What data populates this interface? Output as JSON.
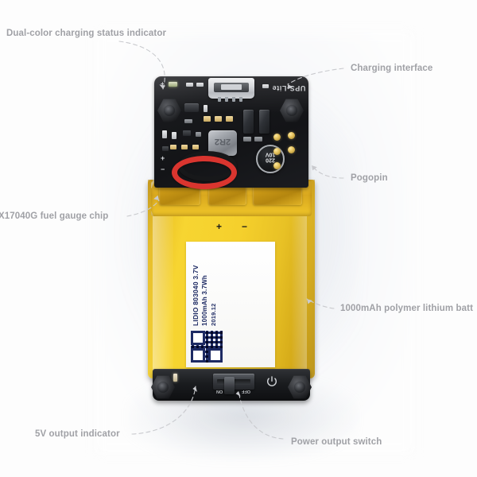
{
  "image": {
    "subject": "UPS-Lite battery module product photo with annotation callouts",
    "background_color": "#fdfdfd",
    "label_color": "#a0a1a6"
  },
  "callouts": [
    {
      "id": "charging-status-indicator",
      "label": "Dual-color charging status indicator",
      "side": "left"
    },
    {
      "id": "charging-interface",
      "label": "Charging interface",
      "side": "right"
    },
    {
      "id": "pogopin",
      "label": "Pogopin",
      "side": "right"
    },
    {
      "id": "fuel-gauge-chip",
      "label": "X17040G fuel gauge chip",
      "side": "left"
    },
    {
      "id": "battery",
      "label": "1000mAh polymer lithium batt",
      "side": "right"
    },
    {
      "id": "output-indicator",
      "label": "5V output indicator",
      "side": "left"
    },
    {
      "id": "power-switch",
      "label": "Power output switch",
      "side": "right"
    }
  ],
  "board": {
    "brand_silkscreen": "UPS-Lite",
    "inductor_marking": "2R2",
    "capacitor_marking": "220\n10V",
    "capacitor_line1": "220",
    "capacitor_line2": "10V",
    "polarity_plus": "+",
    "polarity_minus": "−",
    "pcb_color": "#18191c",
    "pogopin_color": "#e2bf5a"
  },
  "battery": {
    "color": "#f5d02c",
    "label_brand": "LIDIO 803040 3.7V",
    "label_capacity": "1000mAh 3.7Wh",
    "label_date": "2019.12",
    "terminal_plus": "+",
    "terminal_minus": "−"
  },
  "bottom": {
    "power_icon": "power-symbol",
    "switch_marking_left": "ON",
    "switch_marking_right": "OFF"
  }
}
